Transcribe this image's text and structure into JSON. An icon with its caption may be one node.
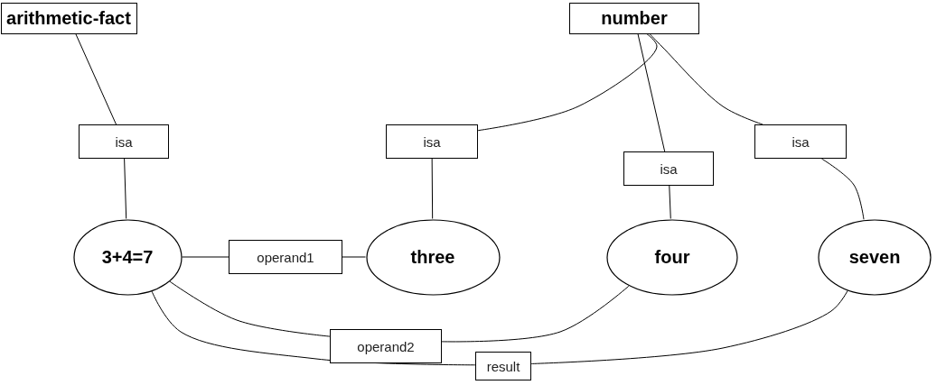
{
  "diagram": {
    "nodes": [
      {
        "text": [
          "arithmetic-fact"
        ]
      },
      {
        "text": [
          "number"
        ]
      },
      {
        "text": [
          "isa"
        ]
      },
      {
        "text": [
          "isa"
        ]
      },
      {
        "text": [
          "isa"
        ]
      },
      {
        "text": [
          "isa"
        ]
      },
      {
        "text": [
          "3+4=7"
        ]
      },
      {
        "text": [
          "operand1"
        ]
      },
      {
        "text": [
          "three"
        ]
      },
      {
        "text": [
          "four"
        ]
      },
      {
        "text": [
          "seven"
        ]
      },
      {
        "text": [
          "operand2"
        ]
      },
      {
        "text": [
          "result"
        ]
      }
    ],
    "edges": [
      {
        "from": 6,
        "to": 2,
        "arrow": "none"
      },
      {
        "from": 2,
        "to": 0,
        "arrow": "none"
      },
      {
        "from": 8,
        "to": 3,
        "arrow": "none"
      },
      {
        "from": 3,
        "to": 1,
        "arrow": "none"
      },
      {
        "from": 9,
        "to": 5,
        "arrow": "none"
      },
      {
        "from": 5,
        "to": 1,
        "arrow": "none"
      },
      {
        "from": 10,
        "to": 4,
        "arrow": "none"
      },
      {
        "from": 4,
        "to": 1,
        "arrow": "none"
      },
      {
        "from": 6,
        "to": 7,
        "arrow": "none"
      },
      {
        "from": 7,
        "to": 8,
        "arrow": "none"
      },
      {
        "from": 6,
        "to": 11,
        "arrow": "none"
      },
      {
        "from": 11,
        "to": 9,
        "arrow": "none"
      },
      {
        "from": 6,
        "to": 12,
        "arrow": "none"
      },
      {
        "from": 12,
        "to": 10,
        "arrow": "none"
      }
    ]
  }
}
